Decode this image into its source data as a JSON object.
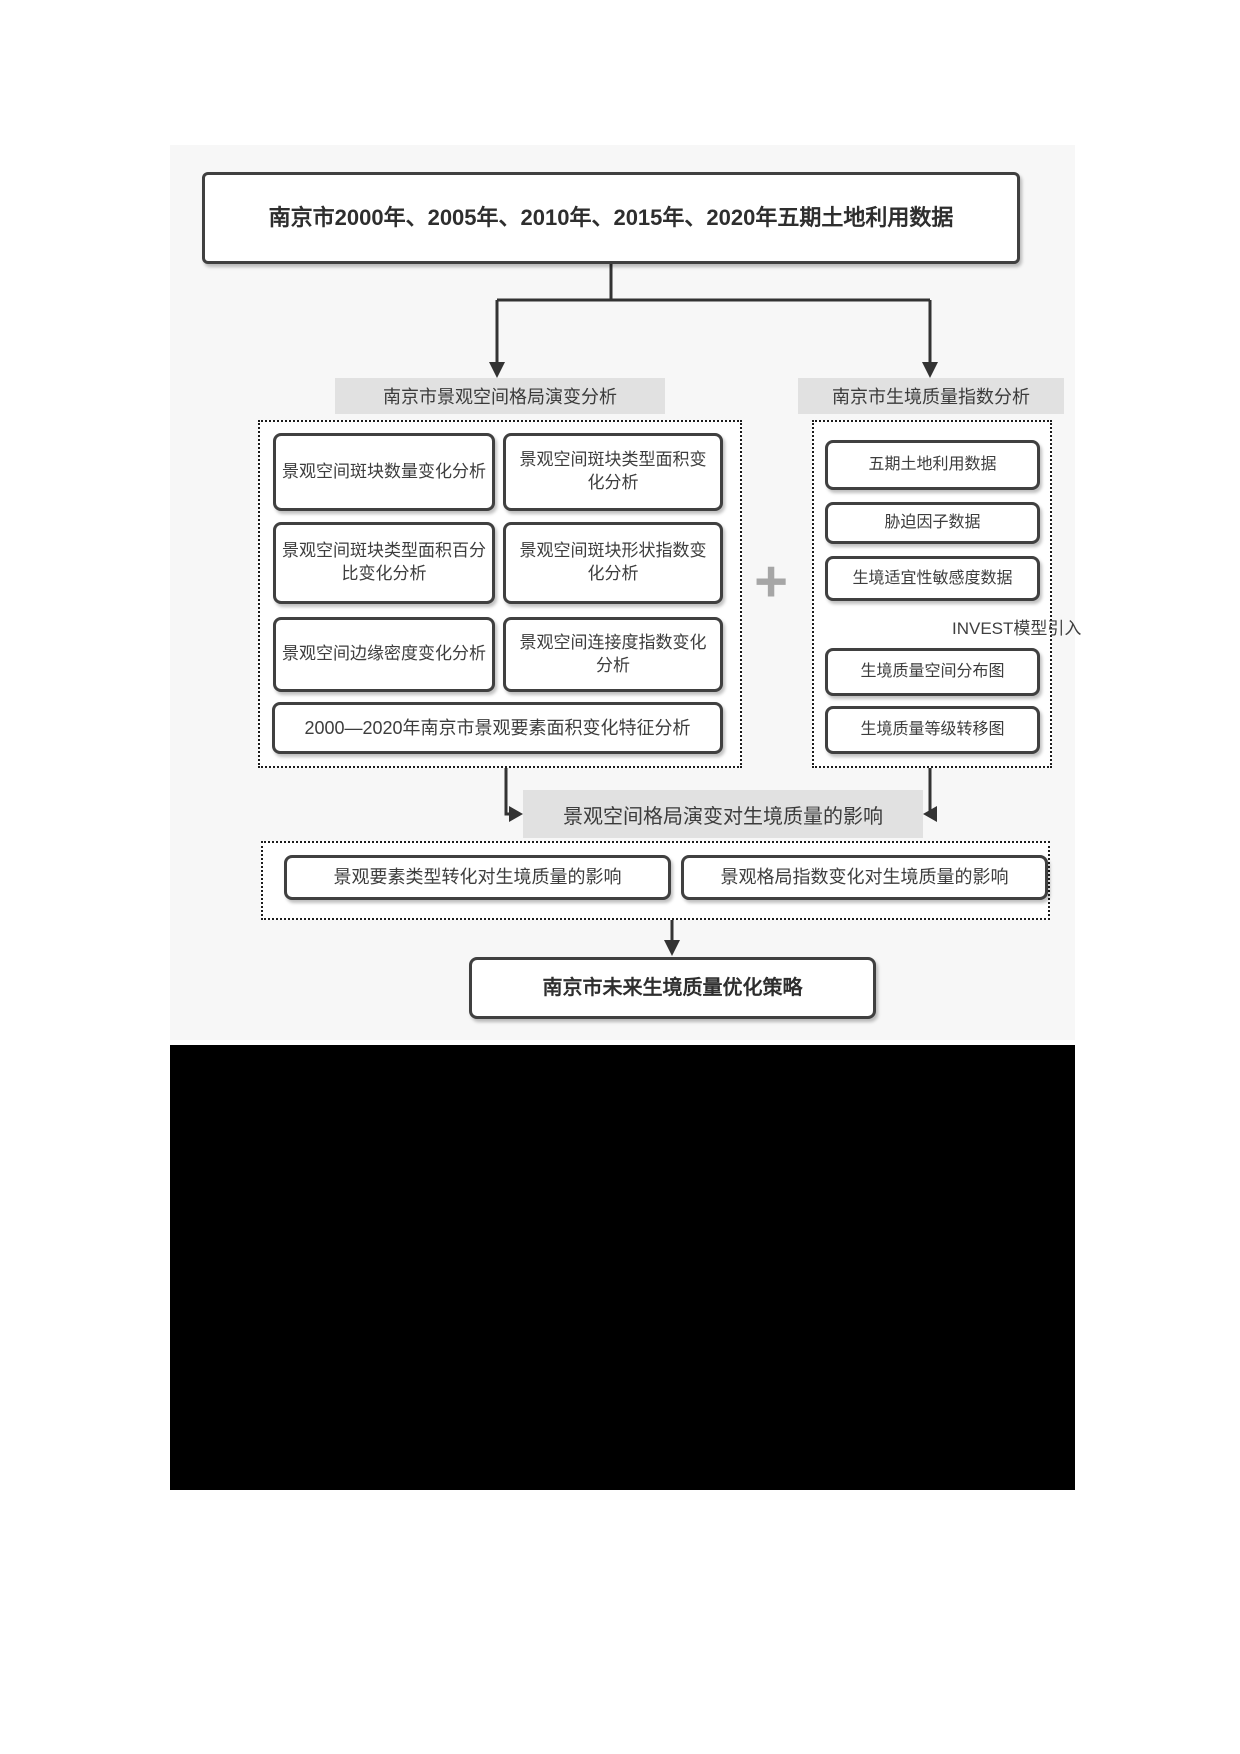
{
  "diagram": {
    "top_box": "南京市2000年、2005年、2010年、2015年、2020年五期土地利用数据",
    "left_branch": {
      "label": "南京市景观空间格局演变分析",
      "boxes": [
        "景观空间斑块数量变化分析",
        "景观空间斑块类型面积变化分析",
        "景观空间斑块类型面积百分比变化分析",
        "景观空间斑块形状指数变化分析",
        "景观空间边缘密度变化分析",
        "景观空间连接度指数变化分析"
      ],
      "wide_box": "2000—2020年南京市景观要素面积变化特征分析"
    },
    "plus_sign": "+",
    "right_branch": {
      "label": "南京市生境质量指数分析",
      "boxes_top": [
        "五期土地利用数据",
        "胁迫因子数据",
        "生境适宜性敏感度数据"
      ],
      "arrow_label": "INVEST模型引入",
      "boxes_bottom": [
        "生境质量空间分布图",
        "生境质量等级转移图"
      ]
    },
    "impact": {
      "label": "景观空间格局演变对生境质量的影响",
      "boxes": [
        "景观要素类型转化对生境质量的影响",
        "景观格局指数变化对生境质量的影响"
      ]
    },
    "final_box": "南京市未来生境质量优化策略",
    "colors": {
      "panel_bg": "#f7f7f7",
      "label_bg": "#e1e1e1",
      "border": "#404040",
      "arrow": "#333333",
      "plus": "#a6a6a6",
      "black_block": "#000000"
    }
  }
}
